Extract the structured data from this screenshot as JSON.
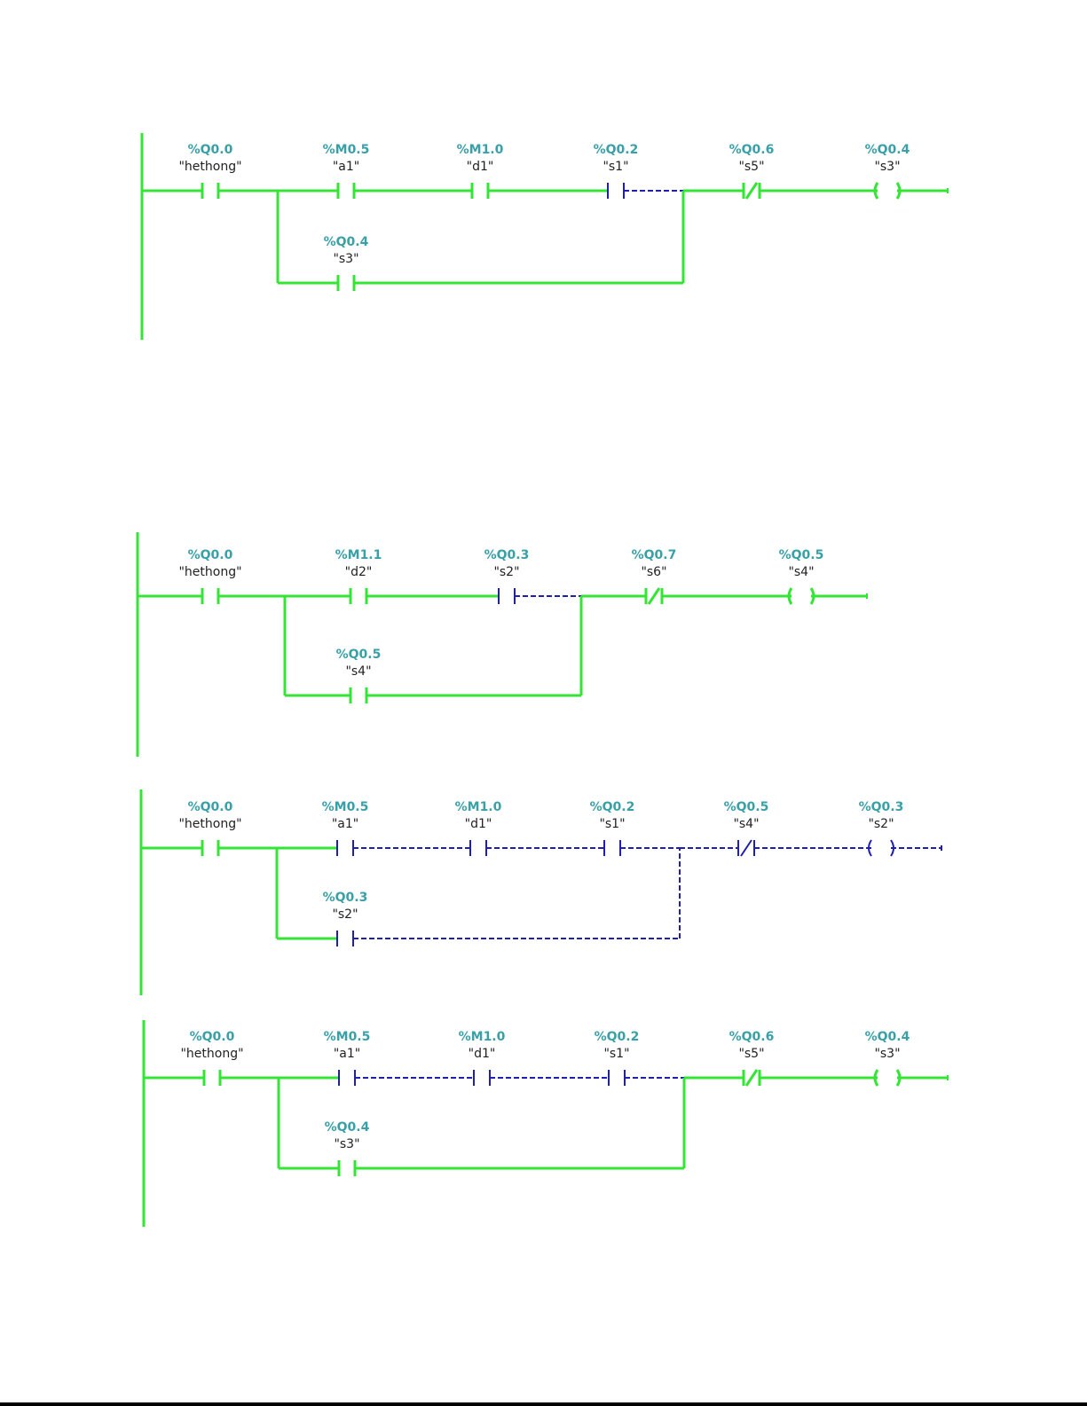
{
  "colors": {
    "energized": "#33e633",
    "de_energized": "#1f1fb0",
    "address": "#3aa0a8",
    "tag": "#222222"
  },
  "networks": [
    {
      "id": "net1",
      "main": [
        {
          "address": "%Q0.0",
          "tag": "\"hethong\"",
          "type": "NO",
          "state": "on"
        },
        {
          "address": "%M0.5",
          "tag": "\"a1\"",
          "type": "NO",
          "state": "on"
        },
        {
          "address": "%M1.0",
          "tag": "\"d1\"",
          "type": "NO",
          "state": "on"
        },
        {
          "address": "%Q0.2",
          "tag": "\"s1\"",
          "type": "NO",
          "state": "off"
        },
        {
          "address": "%Q0.6",
          "tag": "\"s5\"",
          "type": "NC",
          "state": "on"
        },
        {
          "address": "%Q0.4",
          "tag": "\"s3\"",
          "type": "COIL",
          "state": "on"
        }
      ],
      "branch": {
        "address": "%Q0.4",
        "tag": "\"s3\"",
        "type": "NO",
        "state": "on"
      }
    },
    {
      "id": "net2",
      "main": [
        {
          "address": "%Q0.0",
          "tag": "\"hethong\"",
          "type": "NO",
          "state": "on"
        },
        {
          "address": "%M1.1",
          "tag": "\"d2\"",
          "type": "NO",
          "state": "on"
        },
        {
          "address": "%Q0.3",
          "tag": "\"s2\"",
          "type": "NO",
          "state": "off"
        },
        {
          "address": "%Q0.7",
          "tag": "\"s6\"",
          "type": "NC",
          "state": "on"
        },
        {
          "address": "%Q0.5",
          "tag": "\"s4\"",
          "type": "COIL",
          "state": "on"
        }
      ],
      "branch": {
        "address": "%Q0.5",
        "tag": "\"s4\"",
        "type": "NO",
        "state": "on"
      }
    },
    {
      "id": "net3",
      "main": [
        {
          "address": "%Q0.0",
          "tag": "\"hethong\"",
          "type": "NO",
          "state": "on"
        },
        {
          "address": "%M0.5",
          "tag": "\"a1\"",
          "type": "NO",
          "state": "off"
        },
        {
          "address": "%M1.0",
          "tag": "\"d1\"",
          "type": "NO",
          "state": "off"
        },
        {
          "address": "%Q0.2",
          "tag": "\"s1\"",
          "type": "NO",
          "state": "off"
        },
        {
          "address": "%Q0.5",
          "tag": "\"s4\"",
          "type": "NC",
          "state": "off"
        },
        {
          "address": "%Q0.3",
          "tag": "\"s2\"",
          "type": "COIL",
          "state": "off"
        }
      ],
      "branch": {
        "address": "%Q0.3",
        "tag": "\"s2\"",
        "type": "NO",
        "state": "off"
      }
    },
    {
      "id": "net4",
      "main": [
        {
          "address": "%Q0.0",
          "tag": "\"hethong\"",
          "type": "NO",
          "state": "on"
        },
        {
          "address": "%M0.5",
          "tag": "\"a1\"",
          "type": "NO",
          "state": "off"
        },
        {
          "address": "%M1.0",
          "tag": "\"d1\"",
          "type": "NO",
          "state": "off"
        },
        {
          "address": "%Q0.2",
          "tag": "\"s1\"",
          "type": "NO",
          "state": "off"
        },
        {
          "address": "%Q0.6",
          "tag": "\"s5\"",
          "type": "NC",
          "state": "on"
        },
        {
          "address": "%Q0.4",
          "tag": "\"s3\"",
          "type": "COIL",
          "state": "on"
        }
      ],
      "branch": {
        "address": "%Q0.4",
        "tag": "\"s3\"",
        "type": "NO",
        "state": "on"
      }
    }
  ]
}
